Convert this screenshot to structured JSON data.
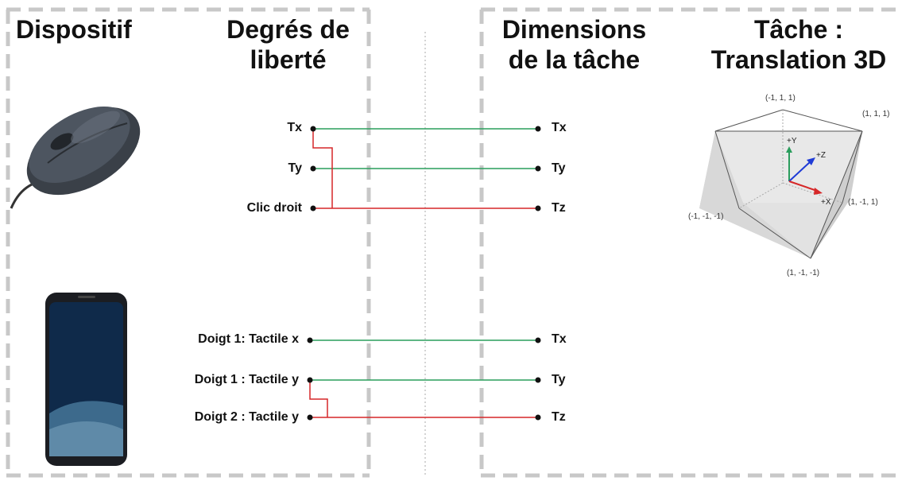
{
  "headers": {
    "dispositif": "Dispositif",
    "degres_line1": "Degrés de",
    "degres_line2": "liberté",
    "dimensions_line1": "Dimensions",
    "dimensions_line2": "de la tâche",
    "tache_line1": "Tâche :",
    "tache_line2": "Translation 3D"
  },
  "devices": [
    {
      "icon": "mouse-icon"
    },
    {
      "icon": "smartphone-icon"
    }
  ],
  "mouse_dof": [
    "Tx",
    "Ty",
    "Clic droit"
  ],
  "mouse_dims": [
    "Tx",
    "Ty",
    "Tz"
  ],
  "phone_dof": [
    "Doigt 1: Tactile x",
    "Doigt 1 : Tactile y",
    "Doigt 2 : Tactile y"
  ],
  "phone_dims": [
    "Tx",
    "Ty",
    "Tz"
  ],
  "cube": {
    "corners": {
      "top_left_back": "(-1, 1, 1)",
      "top_right_back": "(1, 1, 1)",
      "right_mid": "(1, -1, 1)",
      "left_low": "(-1, -1, -1)",
      "bottom_front": "(1, -1, -1)"
    },
    "axes": {
      "x": "+X",
      "y": "+Y",
      "z": "+Z"
    }
  },
  "colors": {
    "green_line": "#2a9d5c",
    "red_line": "#d62728",
    "divider": "#c8c8c8"
  }
}
